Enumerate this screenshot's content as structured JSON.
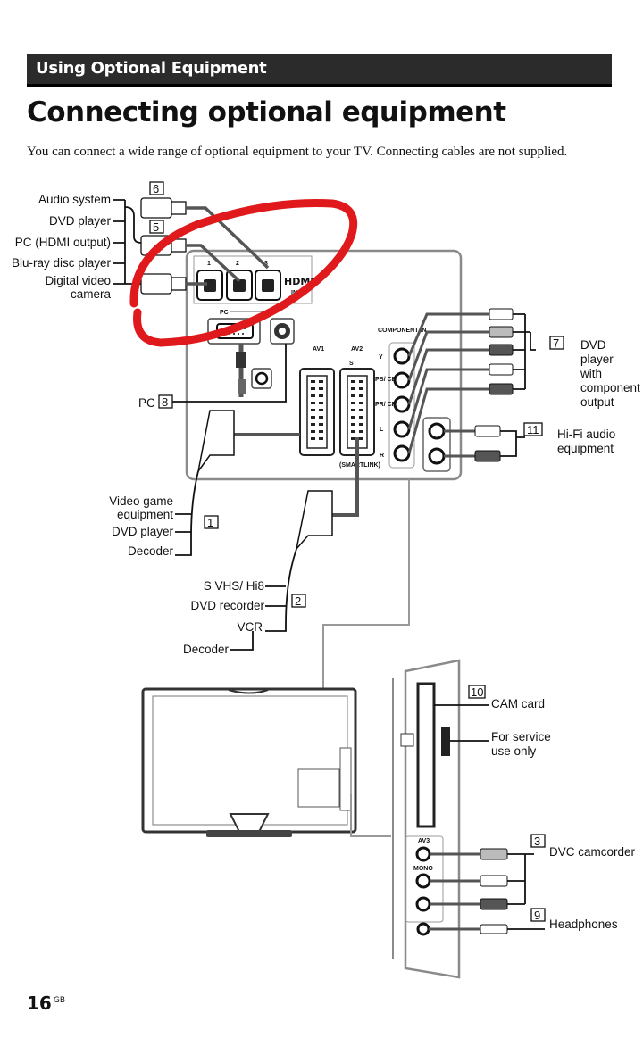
{
  "section": {
    "heading": "Using Optional Equipment"
  },
  "title": "Connecting optional equipment",
  "intro": "You can connect a wide range of optional equipment to your TV. Connecting cables are not supplied.",
  "diagram": {
    "hdmi_group": {
      "labels": [
        "Audio system",
        "DVD player",
        "PC (HDMI output)",
        "Blu-ray disc player",
        "Digital video",
        "camera"
      ],
      "numbers": [
        "6",
        "5"
      ]
    },
    "panel": {
      "hdmi_ports": [
        "1",
        "2",
        "3"
      ],
      "hdmi_logo": "HDMI",
      "hdmi_in": "IN",
      "pc_port": "PC",
      "av1": "AV1",
      "av2": "AV2",
      "av2_sub": "S",
      "smartlink": "(SMARTLINK)",
      "component_in": "COMPONENT IN",
      "y": "Y",
      "pb": "PB/ CB",
      "pr": "PR/ CR",
      "l": "L",
      "r": "R"
    },
    "pc": {
      "label": "PC",
      "number": "8"
    },
    "dvd_component": {
      "lines": [
        "DVD",
        "player",
        "with",
        "component",
        "output"
      ],
      "number": "7"
    },
    "hifi": {
      "lines": [
        "Hi-Fi audio",
        "equipment"
      ],
      "number": "11"
    },
    "scart1": {
      "labels": [
        "Video game",
        "equipment",
        "DVD player",
        "Decoder"
      ],
      "number": "1"
    },
    "scart2": {
      "labels": [
        "S VHS/ Hi8",
        "DVD recorder",
        "VCR",
        "Decoder"
      ],
      "number": "2"
    },
    "side_panel": {
      "cam": {
        "label": "CAM card",
        "number": "10"
      },
      "service": [
        "For service",
        "use only"
      ],
      "av3": "AV3",
      "mono": "MONO",
      "dvc": {
        "label": "DVC camcorder",
        "number": "3"
      },
      "headphones": {
        "label": "Headphones",
        "number": "9"
      }
    }
  },
  "footer": {
    "page": "16",
    "region": "GB"
  },
  "colors": {
    "header_bg": "#2b2b2b",
    "annotation": "#e0191c",
    "panel_stroke": "#8a8a8a"
  }
}
